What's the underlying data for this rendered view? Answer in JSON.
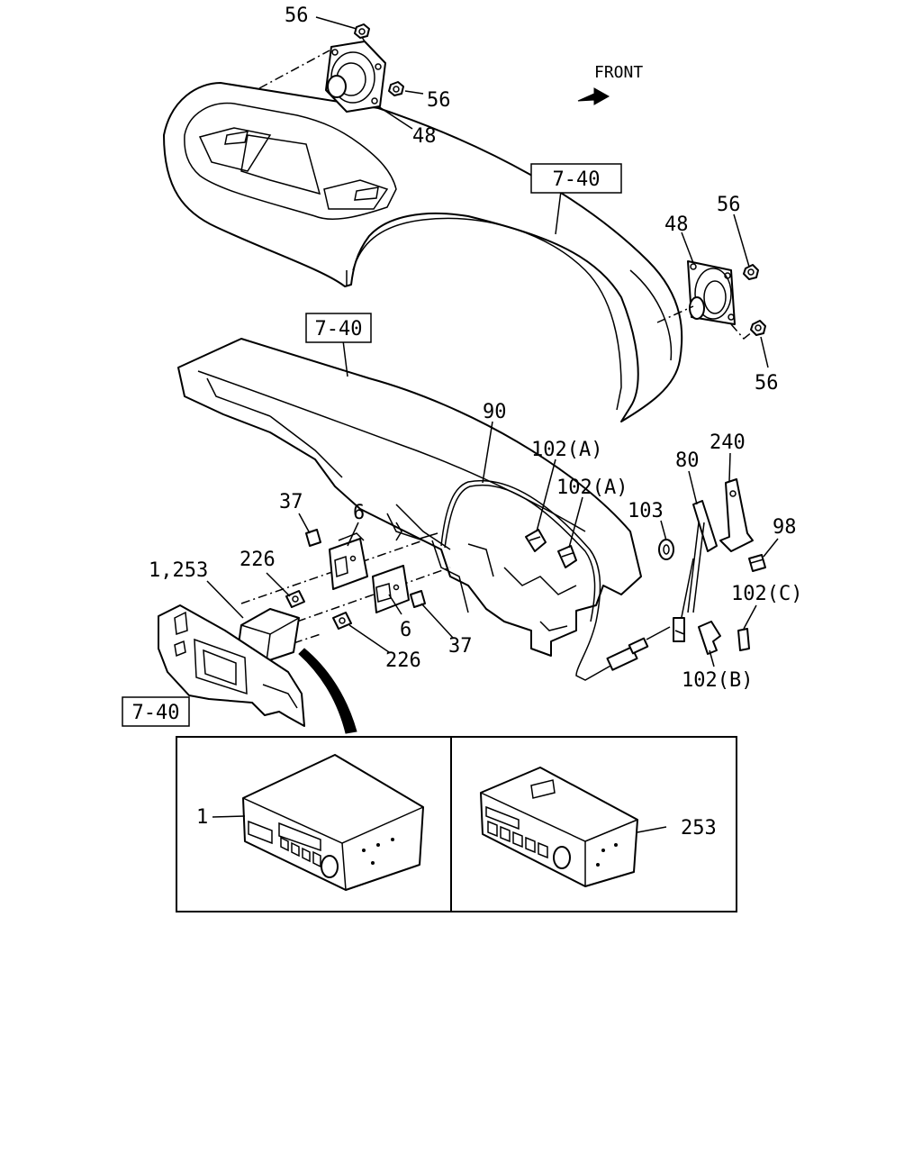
{
  "front_label": "FRONT",
  "refs": {
    "r1": "7-40",
    "r2": "7-40",
    "r3": "7-40"
  },
  "callouts": {
    "c56a": "56",
    "c56b": "56",
    "c48a": "48",
    "c48b": "48",
    "c56c": "56",
    "c56d": "56",
    "c90": "90",
    "c102a1": "102(A)",
    "c102a2": "102(A)",
    "c240": "240",
    "c80": "80",
    "c103": "103",
    "c98": "98",
    "c102c": "102(C)",
    "c102b": "102(B)",
    "c37a": "37",
    "c6a": "6",
    "c226a": "226",
    "c1253": "1,253",
    "c6b": "6",
    "c37b": "37",
    "c226b": "226"
  },
  "inset": {
    "left_label": "1",
    "right_label": "253"
  }
}
